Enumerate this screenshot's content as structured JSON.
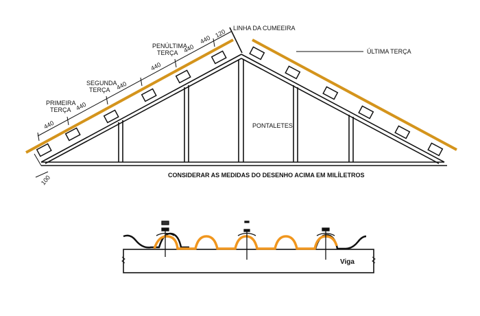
{
  "labels": {
    "ridge_line": "LINHA DA CUMEEIRA",
    "last_third": "ÚLTIMA TERÇA",
    "penultimate_1": "PENÚLTIMA",
    "penultimate_2": "TERÇA",
    "second_1": "SEGUNDA",
    "second_2": "TERÇA",
    "first_1": "PRIMEIRA",
    "first_2": "TERÇA",
    "posts": "PONTALETES",
    "note": "CONSIDERAR  AS MEDIDAS DO DESENHO ACIMA EM MILÍLETROS",
    "beam": "Viga"
  },
  "dimensions": [
    "440",
    "440",
    "440",
    "440",
    "440",
    "440",
    "120",
    "100"
  ],
  "colors": {
    "tile": "#d4941c",
    "sheet": "#f0961e",
    "line": "#111111"
  }
}
